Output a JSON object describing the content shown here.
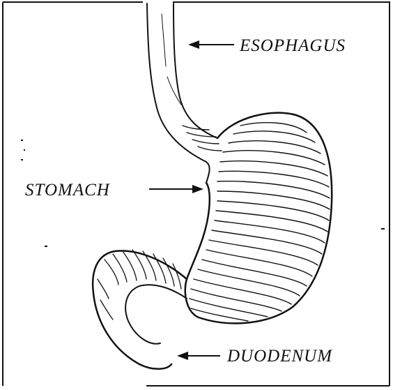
{
  "labels": {
    "esophagus": "ESOPHAGUS",
    "stomach": "STOMACH",
    "duodenum": "DUODENUM"
  },
  "colors": {
    "ink": "#111111",
    "background": "#ffffff"
  }
}
